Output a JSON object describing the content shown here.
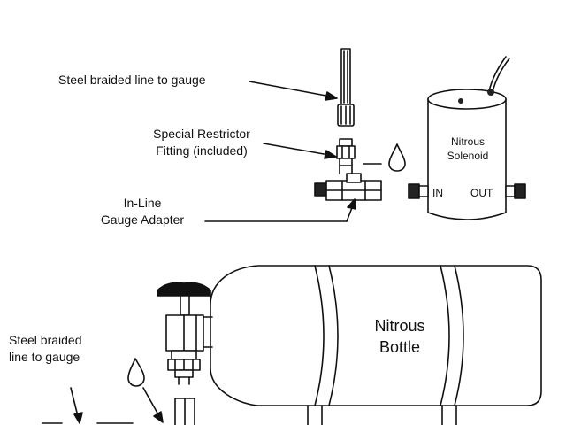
{
  "labels": {
    "steel_line_top": "Steel braided line to gauge",
    "restrictor_line1": "Special Restrictor",
    "restrictor_line2": "Fitting (included)",
    "adapter_line1": "In-Line",
    "adapter_line2": "Gauge Adapter",
    "solenoid_line1": "Nitrous",
    "solenoid_line2": "Solenoid",
    "port_in": "IN",
    "port_out": "OUT",
    "bottle_line1": "Nitrous",
    "bottle_line2": "Bottle",
    "steel_line_bottom1": "Steel braided",
    "steel_line_bottom2": "line to gauge"
  }
}
